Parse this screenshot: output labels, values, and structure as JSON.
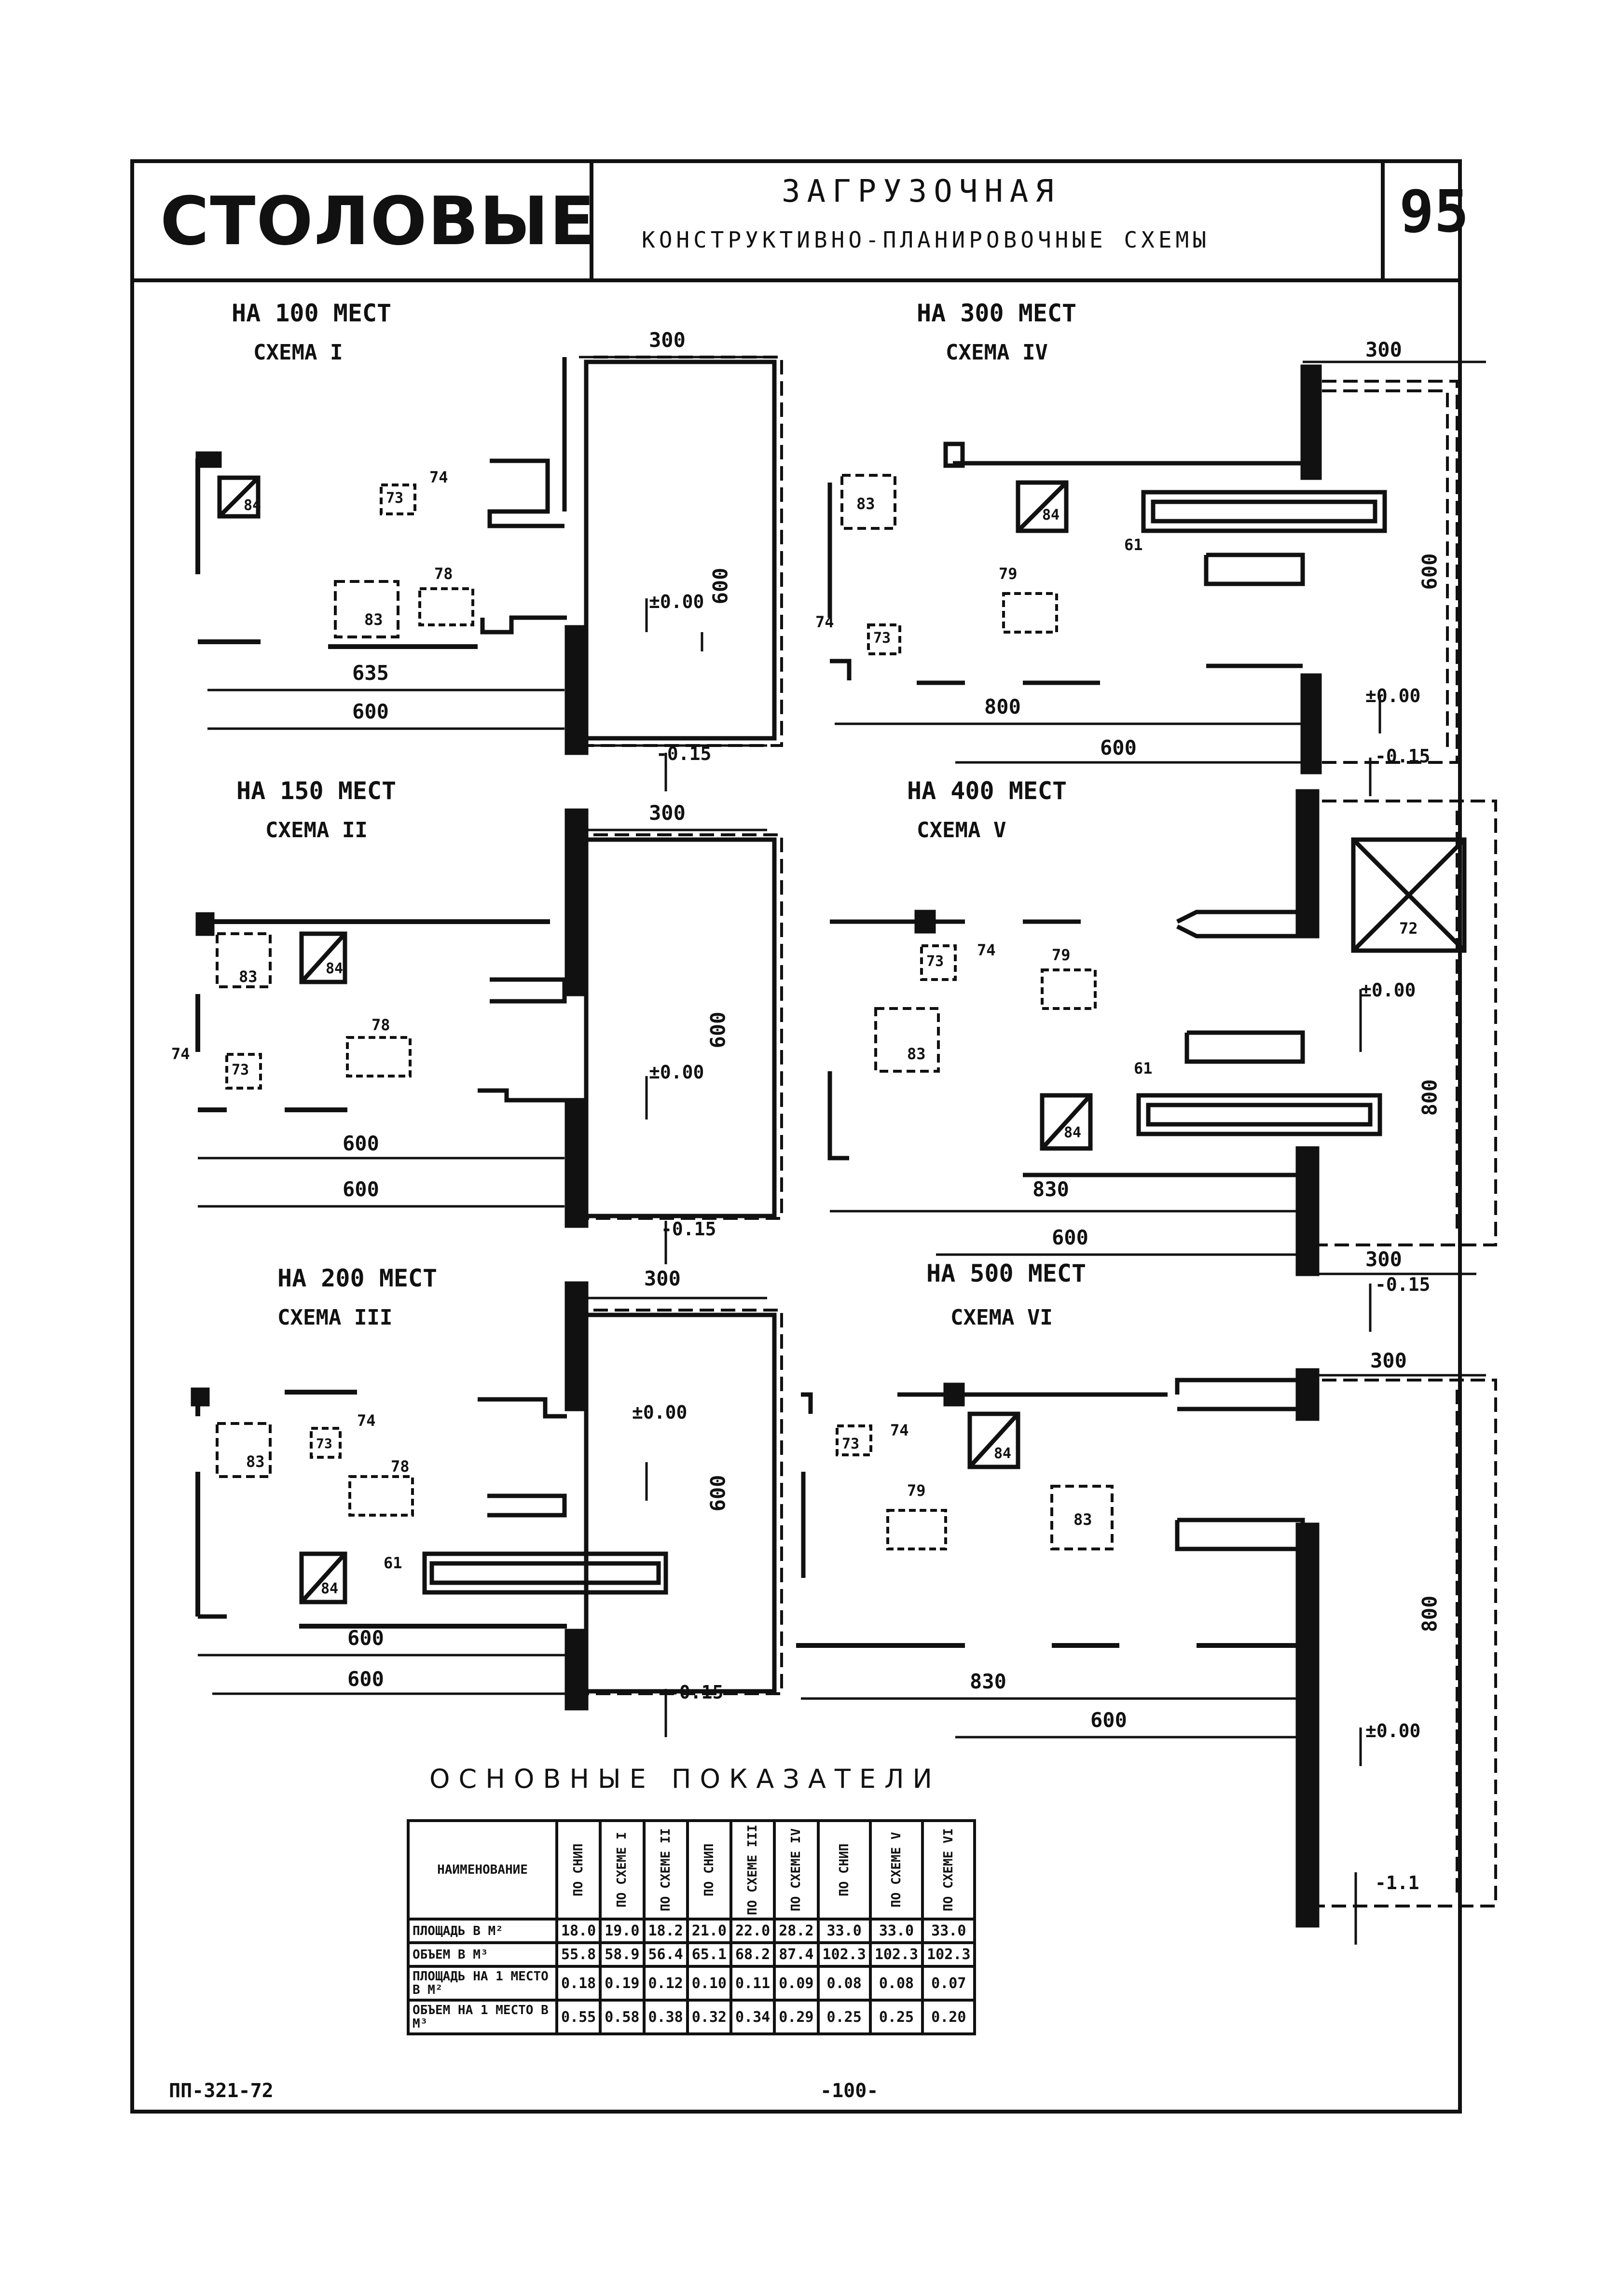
{
  "header": {
    "title": "СТОЛОВЫЕ",
    "subtitle_main": "ЗАГРУЗОЧНАЯ",
    "subtitle_sub": "КОНСТРУКТИВНО-ПЛАНИРОВОЧНЫЕ СХЕМЫ",
    "sheet_number": "95"
  },
  "schemes": [
    {
      "seats": "НА 100 МЕСТ",
      "scheme": "СХЕМА I",
      "dims": [
        "300",
        "600",
        "635",
        "600"
      ],
      "levels": [
        "±0.00",
        "-0.15"
      ],
      "rooms": [
        "84",
        "73",
        "74",
        "83",
        "78"
      ]
    },
    {
      "seats": "НА 300 МЕСТ",
      "scheme": "СХЕМА IV",
      "dims": [
        "300",
        "600",
        "800",
        "600"
      ],
      "levels": [
        "±0.00",
        "-0.15"
      ],
      "rooms": [
        "83",
        "84",
        "61",
        "79",
        "74",
        "73"
      ]
    },
    {
      "seats": "НА 150 МЕСТ",
      "scheme": "СХЕМА II",
      "dims": [
        "300",
        "600",
        "600",
        "600"
      ],
      "levels": [
        "±0.00",
        "-0.15"
      ],
      "rooms": [
        "83",
        "84",
        "78",
        "74",
        "73"
      ]
    },
    {
      "seats": "НА 400 МЕСТ",
      "scheme": "СХЕМА V",
      "dims": [
        "800",
        "830",
        "600",
        "300"
      ],
      "levels": [
        "±0.00",
        "-0.15"
      ],
      "rooms": [
        "72",
        "73",
        "74",
        "79",
        "83",
        "61",
        "84"
      ]
    },
    {
      "seats": "НА 200 МЕСТ",
      "scheme": "СХЕМА III",
      "dims": [
        "300",
        "600",
        "600",
        "600"
      ],
      "levels": [
        "±0.00",
        "-0.15"
      ],
      "rooms": [
        "83",
        "73",
        "74",
        "78",
        "61",
        "84"
      ]
    },
    {
      "seats": "НА 500 МЕСТ",
      "scheme": "СХЕМА VI",
      "dims": [
        "300",
        "800",
        "830",
        "600"
      ],
      "levels": [
        "±0.00",
        "-1.1"
      ],
      "rooms": [
        "73",
        "74",
        "84",
        "79",
        "83"
      ]
    }
  ],
  "indicators": {
    "title": "ОСНОВНЫЕ ПОКАЗАТЕЛИ",
    "columns": [
      "НАИМЕНОВАНИЕ",
      "ПО СНИП",
      "ПО СХЕМЕ I",
      "ПО СХЕМЕ II",
      "ПО СНИП",
      "ПО СХЕМЕ III",
      "ПО СХЕМЕ IV",
      "ПО СНИП",
      "ПО СХЕМЕ V",
      "ПО СХЕМЕ VI"
    ],
    "rows": [
      {
        "name": "ПЛОЩАДЬ В М²",
        "values": [
          "18.0",
          "19.0",
          "18.2",
          "21.0",
          "22.0",
          "28.2",
          "33.0",
          "33.0",
          "33.0"
        ]
      },
      {
        "name": "ОБЪЕМ В М³",
        "values": [
          "55.8",
          "58.9",
          "56.4",
          "65.1",
          "68.2",
          "87.4",
          "102.3",
          "102.3",
          "102.3"
        ]
      },
      {
        "name": "ПЛОЩАДЬ НА 1 МЕСТО В М²",
        "values": [
          "0.18",
          "0.19",
          "0.12",
          "0.10",
          "0.11",
          "0.09",
          "0.08",
          "0.08",
          "0.07"
        ]
      },
      {
        "name": "ОБЪЕМ НА 1 МЕСТО В М³",
        "values": [
          "0.55",
          "0.58",
          "0.38",
          "0.32",
          "0.34",
          "0.29",
          "0.25",
          "0.25",
          "0.20"
        ]
      }
    ]
  },
  "footer": {
    "code": "ПП-321-72",
    "page": "-100-"
  }
}
